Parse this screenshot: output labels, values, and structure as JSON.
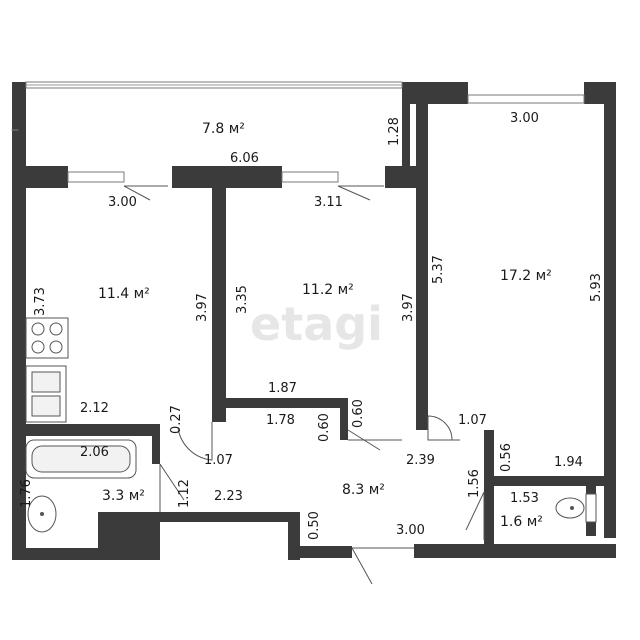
{
  "watermark": "etagi",
  "rooms": {
    "balcony": {
      "area": "7.8 м²"
    },
    "kitchen": {
      "area": "11.4 м²"
    },
    "middle": {
      "area": "11.2 м²"
    },
    "right": {
      "area": "17.2 м²"
    },
    "bath": {
      "area": "3.3 м²"
    },
    "hall": {
      "area": "8.3 м²"
    },
    "wc": {
      "area": "1.6 м²"
    }
  },
  "dims": {
    "balcony_w": "6.06",
    "balcony_h": "1.28",
    "right_top": "3.00",
    "kitchen_top": "3.00",
    "middle_top": "3.11",
    "kitchen_left": "3.73",
    "kitchen_right": "3.97",
    "middle_left": "3.35",
    "middle_right": "3.97",
    "right_left": "5.37",
    "right_right": "5.93",
    "kitchen_bottom": "2.12",
    "kitchen_niche": "0.27",
    "middle_bottom": "1.87",
    "corr_top": "1.78",
    "corr_side_a": "0.60",
    "corr_side_b": "0.60",
    "bath_w": "2.06",
    "bath_h": "1.76",
    "bath_door": "1.07",
    "hall_left": "1.12",
    "hall_bottom_left": "2.23",
    "hall_step": "0.50",
    "hall_bottom": "3.00",
    "hall_right": "2.39",
    "wc_top": "1.07",
    "wc_side": "0.56",
    "wc_h": "1.56",
    "right_bottom": "1.94",
    "wc_w": "1.53"
  }
}
